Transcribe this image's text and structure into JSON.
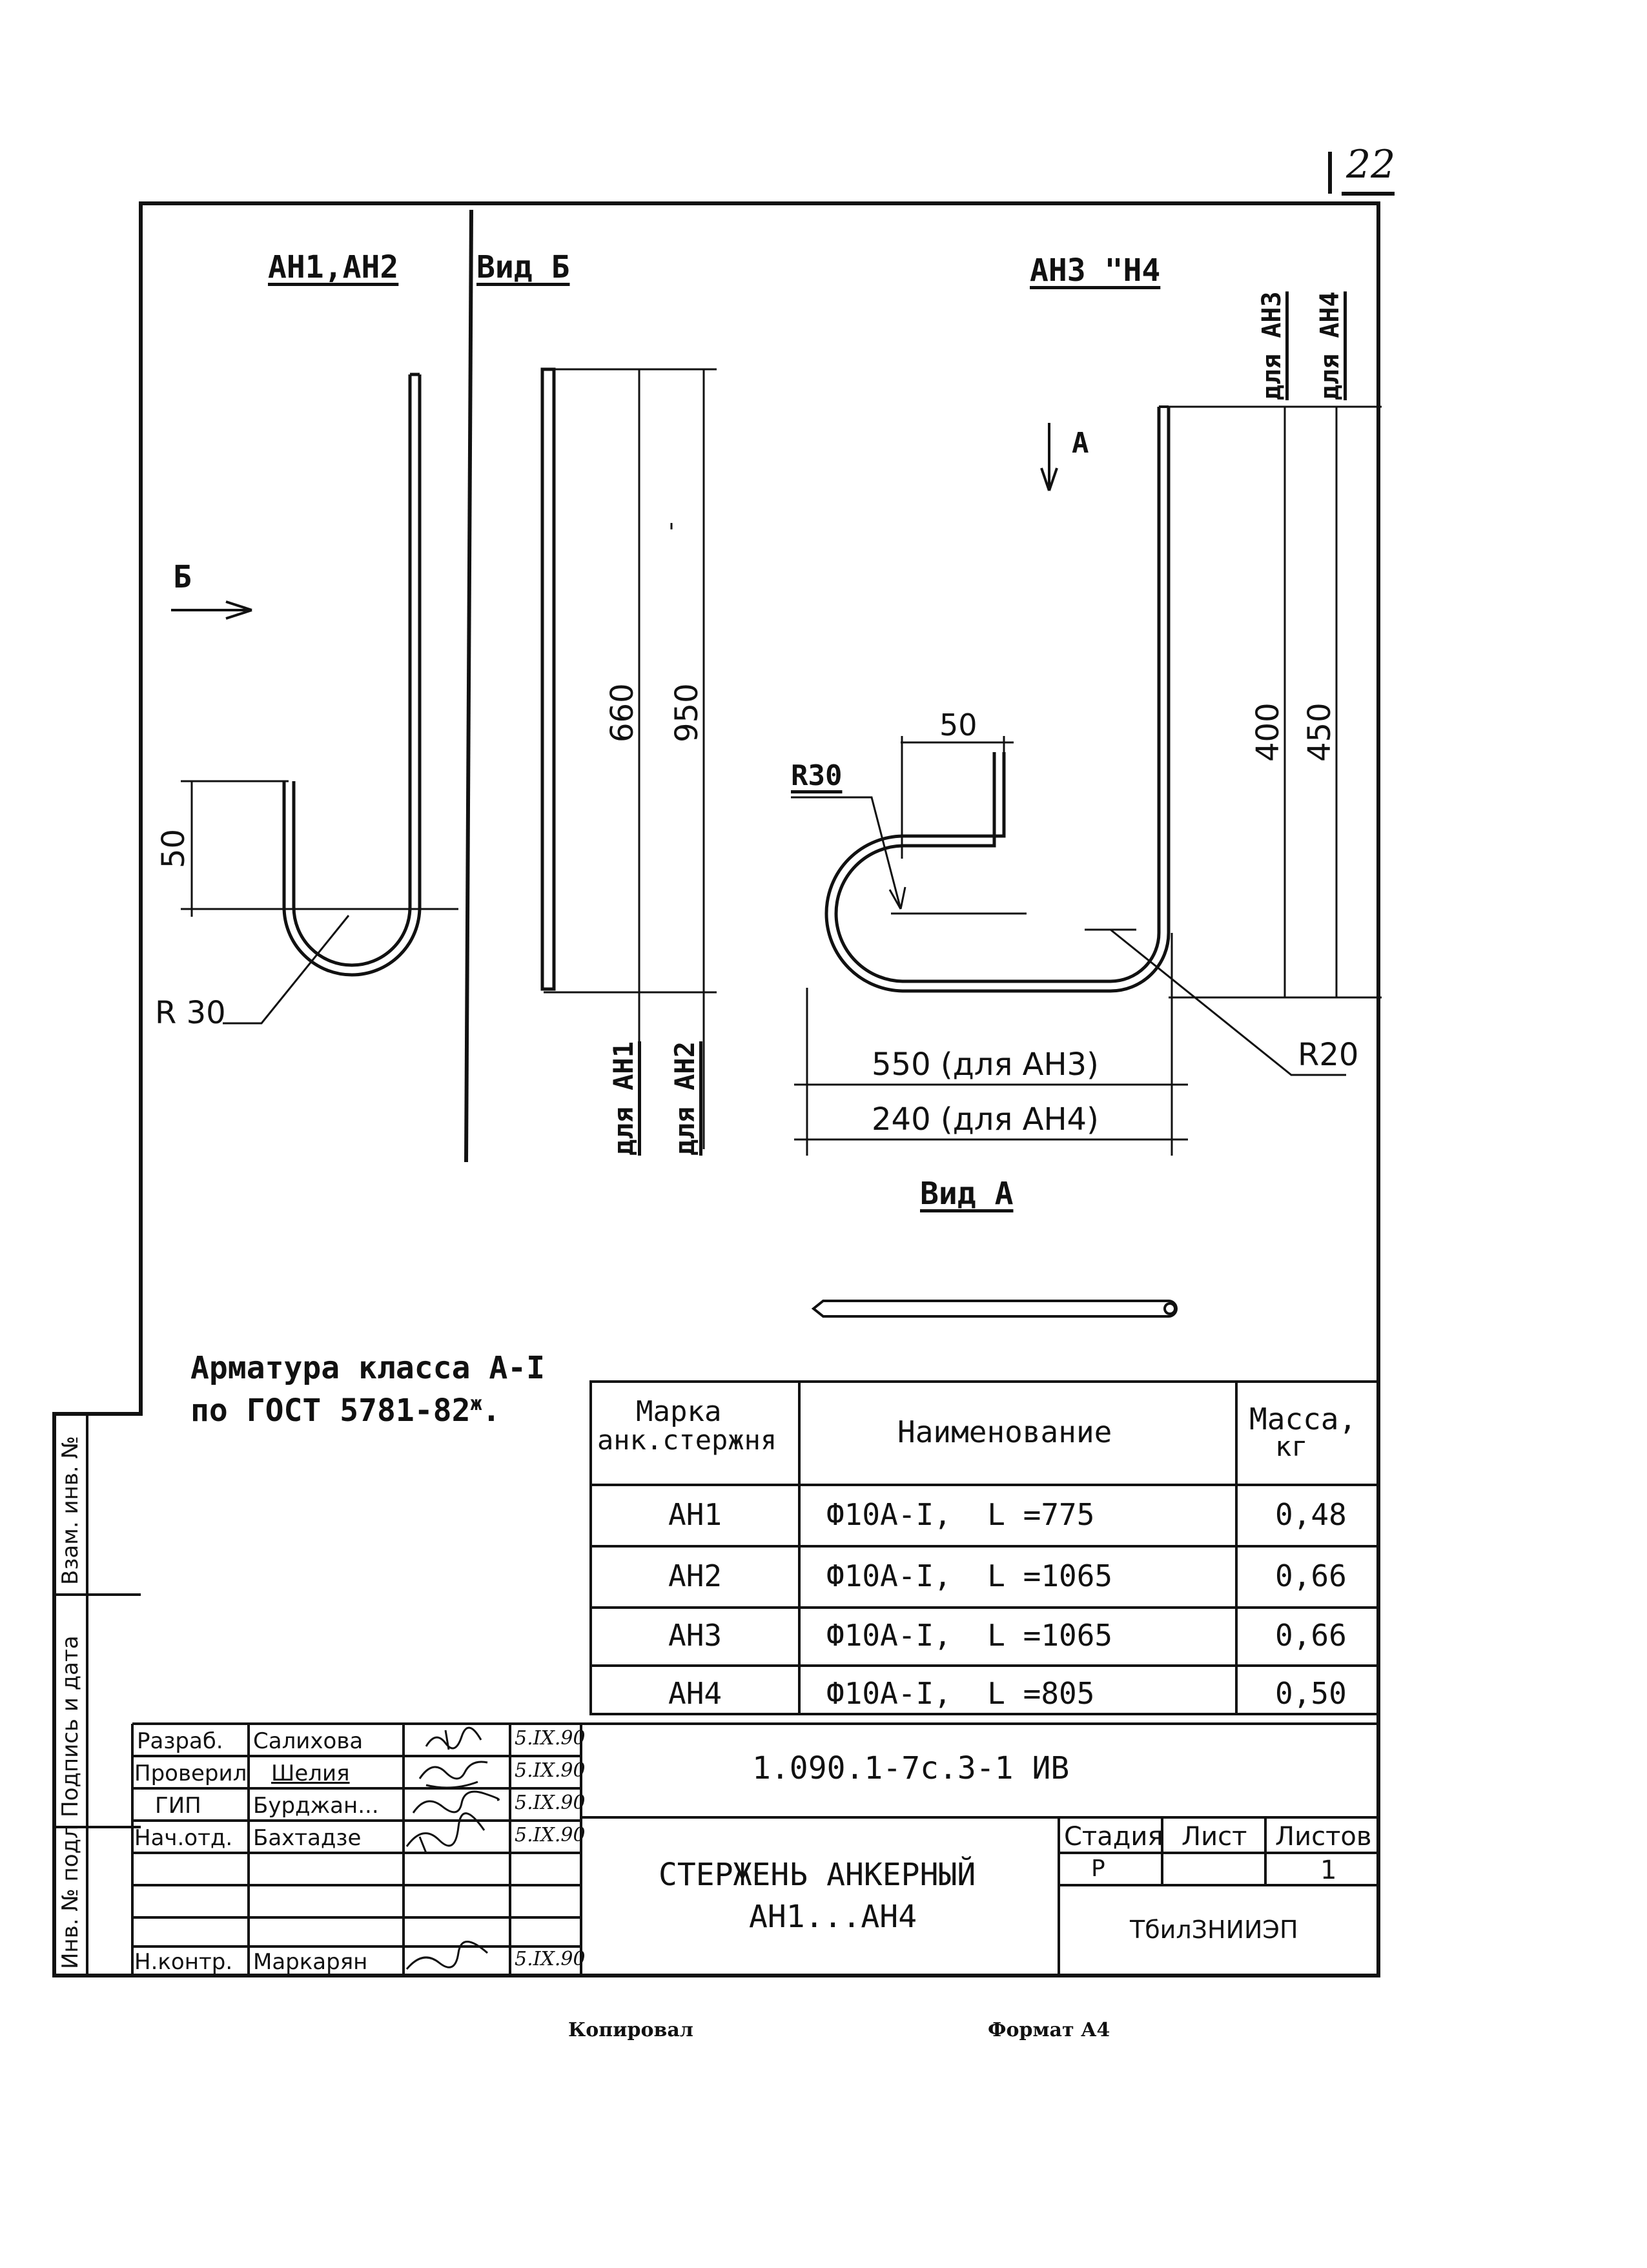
{
  "page_number": "22",
  "views": {
    "left_title": "АН1,АН2",
    "view_b_title": "Вид Б",
    "right_title": "АН3 \"Н4",
    "arrow_b": "Б",
    "arrow_a": "А",
    "view_a_title": "Вид А"
  },
  "dims": {
    "d50_left": "50",
    "r30_left": "R 30",
    "d660": "660",
    "d950": "950",
    "for_an1": "для АН1",
    "for_an2": "для АН2",
    "d50_right": "50",
    "r30_right": "R30",
    "d400": "400",
    "d450": "450",
    "for_an3": "для АН3",
    "for_an4": "для АН4",
    "d550": "550 (для АН3)",
    "d240": "240 (для АН4)",
    "r20": "R20"
  },
  "note": {
    "line1": "Арматура класса А-I",
    "line2": "по ГОСТ 5781-82",
    "sup": "ж",
    "tail": "."
  },
  "spec_table": {
    "headers": {
      "mark": [
        "Марка",
        "анк.стержня"
      ],
      "name": "Наименование",
      "mass": [
        "Масса,",
        "кг"
      ]
    },
    "rows": [
      {
        "mark": "АН1",
        "name": "Ф10А-I,  L =775",
        "mass": "0,48"
      },
      {
        "mark": "АН2",
        "name": "Ф10А-I,  L =1065",
        "mass": "0,66"
      },
      {
        "mark": "АН3",
        "name": "Ф10А-I,  L =1065",
        "mass": "0,66"
      },
      {
        "mark": "АН4",
        "name": "Ф10А-I,  L =805",
        "mass": "0,50"
      }
    ]
  },
  "side_stamp": {
    "f1": "Взам. инв. №",
    "f2": "Подпись и дата",
    "f3": "Инв. № подл"
  },
  "title_block": {
    "people": [
      {
        "role": "Разраб.",
        "name": "Салихова",
        "date": "5.IX.90"
      },
      {
        "role": "Проверил",
        "name": "Шелия",
        "date": "5.IX.90"
      },
      {
        "role": "ГИП",
        "name": "Бурджан...",
        "date": "5.IX.90"
      },
      {
        "role": "Нач.отд.",
        "name": "Бахтадзе",
        "date": "5.IX.90"
      },
      {
        "role": "Н.контр.",
        "name": "Маркарян",
        "date": "5.IX.90"
      }
    ],
    "designation": "1.090.1-7с.3-1 ИВ",
    "title_line1": "СТЕРЖЕНЬ АНКЕРНЫЙ",
    "title_line2": "АН1...АН4",
    "stage_label": "Стадия",
    "sheet_label": "Лист",
    "sheets_label": "Листов",
    "stage": "Р",
    "sheets": "1",
    "organization": "ТбилЗНИИЭП"
  },
  "footer": {
    "copied": "Копировал",
    "format": "Формат А4"
  }
}
